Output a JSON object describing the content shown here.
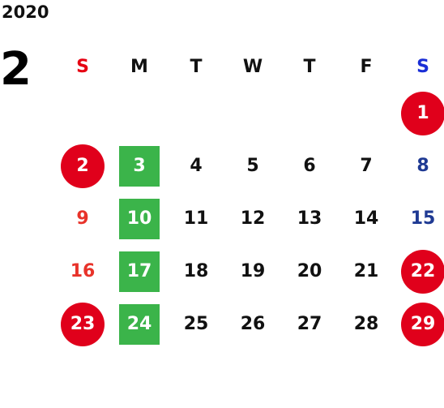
{
  "year": "2020",
  "month": "2",
  "weekdays": [
    "S",
    "M",
    "T",
    "W",
    "T",
    "F",
    "S"
  ],
  "colors": {
    "holiday_red": "#e0001b",
    "green_mark": "#3bb44a",
    "sunday_text": "#e8332a",
    "saturday_text": "#1f3a93"
  },
  "weeks": [
    [
      "",
      "",
      "",
      "",
      "",
      "",
      "1"
    ],
    [
      "2",
      "3",
      "4",
      "5",
      "6",
      "7",
      "8"
    ],
    [
      "9",
      "10",
      "11",
      "12",
      "13",
      "14",
      "15"
    ],
    [
      "16",
      "17",
      "18",
      "19",
      "20",
      "21",
      "22"
    ],
    [
      "23",
      "24",
      "25",
      "26",
      "27",
      "28",
      "29"
    ]
  ]
}
